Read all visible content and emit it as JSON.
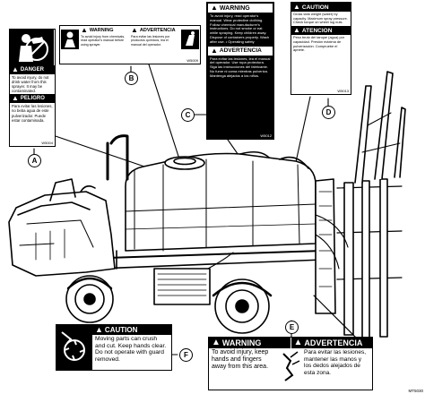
{
  "callouts": [
    "A",
    "B",
    "C",
    "D",
    "E",
    "F"
  ],
  "decal_a": {
    "danger": "DANGER",
    "danger_text": "To avoid injury, do not drink water from this sprayer. It may be contaminated.",
    "peligro": "PELIGRO",
    "peligro_text": "Para evitar las lesiones, no beba agua de este pulverizador. Puede estar contaminada.",
    "part_no": "W5004"
  },
  "decal_b": {
    "warning": "WARNING",
    "advertencia": "ADVERTENCIA",
    "text_en": "To avoid injury from chemicals, read operator's manual before using sprayer.",
    "text_es": "Para evitar las lesiones por productos químicos, lea el manual del operador.",
    "part_no": "W5009"
  },
  "decal_c": {
    "warning": "WARNING",
    "text_en": "To avoid injury, read operator's manual. Wear protective clothing. Follow chemical manufacturer's instructions. Do not smoke or eat while spraying. Keep children away. Dispose of containers properly. Wash after use. • Operating safety",
    "advertencia": "ADVERTENCIA",
    "text_es": "Para evitar las lesiones, lea el manual del operador. Use ropa protectora. Siga las instrucciones del fabricante. No fume ni coma mientras pulveriza. Mantenga alejados a los niños.",
    "part_no": "W5012"
  },
  "decal_d": {
    "caution": "CAUTION",
    "text_en": "Gross tank weight (water) by capacity. Maximum spray pressure. Check torque on wheel lug nuts.",
    "atencion": "ATENCION",
    "text_es": "Peso bruto del tanque (agua) por capacidad. Presión máxima de pulverización. Compruebe el apriete.",
    "part_no": "W5013"
  },
  "decal_e": {
    "warning": "WARNING",
    "warning_text": "To avoid injury, keep hands and fingers away from this area.",
    "advertencia": "ADVERTENCIA",
    "advertencia_text": "Para evitar las lesiones, mantener las manos y los dedos alejados de esta zona."
  },
  "decal_f": {
    "caution": "CAUTION",
    "text": "Moving parts can crush and cut. Keep hands clear. Do not operate with guard removed."
  },
  "figure_id": "MT5030"
}
